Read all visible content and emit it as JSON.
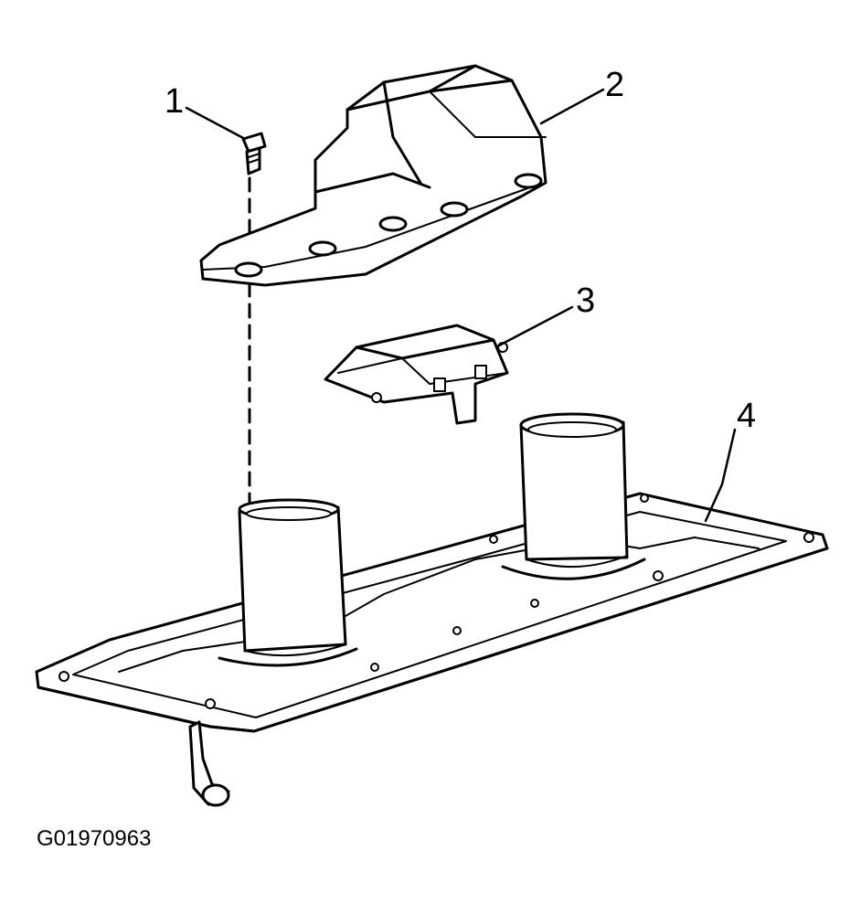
{
  "callouts": [
    {
      "id": "1",
      "label": "1",
      "part": "bolt"
    },
    {
      "id": "2",
      "label": "2",
      "part": "cover"
    },
    {
      "id": "3",
      "label": "3",
      "part": "bracket"
    },
    {
      "id": "4",
      "label": "4",
      "part": "gasket-plate"
    }
  ],
  "figure_id": "G01970963",
  "colors": {
    "line": "#000000",
    "background": "#ffffff"
  }
}
